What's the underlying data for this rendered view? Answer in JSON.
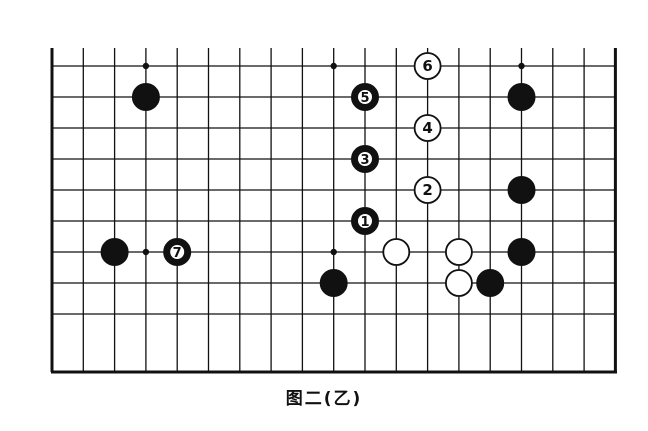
{
  "board": {
    "columns": 19,
    "rows": 11,
    "star_points": [
      [
        3,
        1
      ],
      [
        9,
        1
      ],
      [
        15,
        1
      ],
      [
        3,
        7
      ],
      [
        9,
        7
      ],
      [
        15,
        7
      ]
    ],
    "black_stones": [
      {
        "col": 3,
        "row": 2,
        "label": ""
      },
      {
        "col": 15,
        "row": 2,
        "label": ""
      },
      {
        "col": 15,
        "row": 5,
        "label": ""
      },
      {
        "col": 2,
        "row": 7,
        "label": ""
      },
      {
        "col": 15,
        "row": 7,
        "label": ""
      },
      {
        "col": 9,
        "row": 8,
        "label": ""
      },
      {
        "col": 14,
        "row": 8,
        "label": ""
      },
      {
        "col": 10,
        "row": 6,
        "label": "1"
      },
      {
        "col": 10,
        "row": 4,
        "label": "3"
      },
      {
        "col": 10,
        "row": 2,
        "label": "5"
      },
      {
        "col": 4,
        "row": 7,
        "label": "7"
      }
    ],
    "white_stones": [
      {
        "col": 11,
        "row": 7,
        "label": ""
      },
      {
        "col": 13,
        "row": 7,
        "label": ""
      },
      {
        "col": 13,
        "row": 8,
        "label": ""
      },
      {
        "col": 12,
        "row": 5,
        "label": "2"
      },
      {
        "col": 12,
        "row": 3,
        "label": "4"
      },
      {
        "col": 12,
        "row": 1,
        "label": "6"
      }
    ],
    "colors": {
      "line": "#111111",
      "black_stone": "#111111",
      "white_stone": "#ffffff",
      "background": "#ffffff"
    }
  },
  "caption": "图二(乙)"
}
